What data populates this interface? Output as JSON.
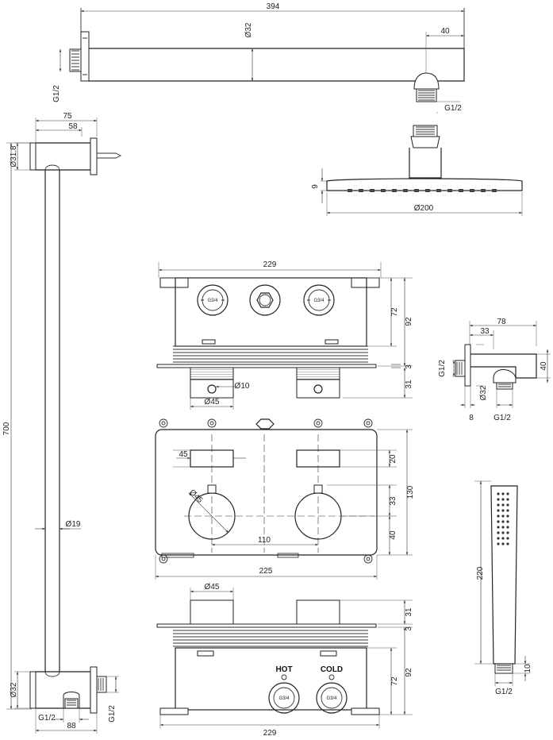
{
  "labels": {
    "arm_length": "394",
    "arm_diameter": "Ø32",
    "arm_end": "40",
    "arm_thread_wall": "G1/2",
    "arm_thread_out": "G1/2",
    "head_thickness": "9",
    "head_diameter": "Ø200",
    "rail_top_75": "75",
    "rail_top_58": "58",
    "rail_top_dia": "Ø31.8",
    "rail_height": "700",
    "rail_tube_dia": "Ø19",
    "rail_bottom_dia": "Ø32",
    "rail_bottom_thread_left": "G1/2",
    "rail_bottom_thread_right": "G1/2",
    "rail_bottom_88": "88",
    "box_top_width": "229",
    "box_top_72": "72",
    "box_top_92": "92",
    "box_top_3": "3",
    "box_top_31": "31",
    "box_top_dia10": "Ø10",
    "box_top_dia45": "Ø45",
    "port_g34": "G3/4",
    "plate_45": "45",
    "plate_20": "20",
    "plate_130": "130",
    "plate_dia45": "Ø45",
    "plate_33": "33",
    "plate_40": "40",
    "plate_110": "110",
    "plate_225": "225",
    "box_bot_dia45": "Ø45",
    "box_bot_31": "31",
    "box_bot_3": "3",
    "box_bot_72": "72",
    "box_bot_92": "92",
    "box_bot_229": "229",
    "hot": "HOT",
    "cold": "COLD",
    "elbow_78": "78",
    "elbow_33": "33",
    "elbow_40": "40",
    "elbow_thread_left": "G1/2",
    "elbow_dia32": "Ø32",
    "elbow_8": "8",
    "elbow_thread_bottom": "G1/2",
    "hand_220": "220",
    "hand_10": "10",
    "hand_thread": "G1/2"
  }
}
